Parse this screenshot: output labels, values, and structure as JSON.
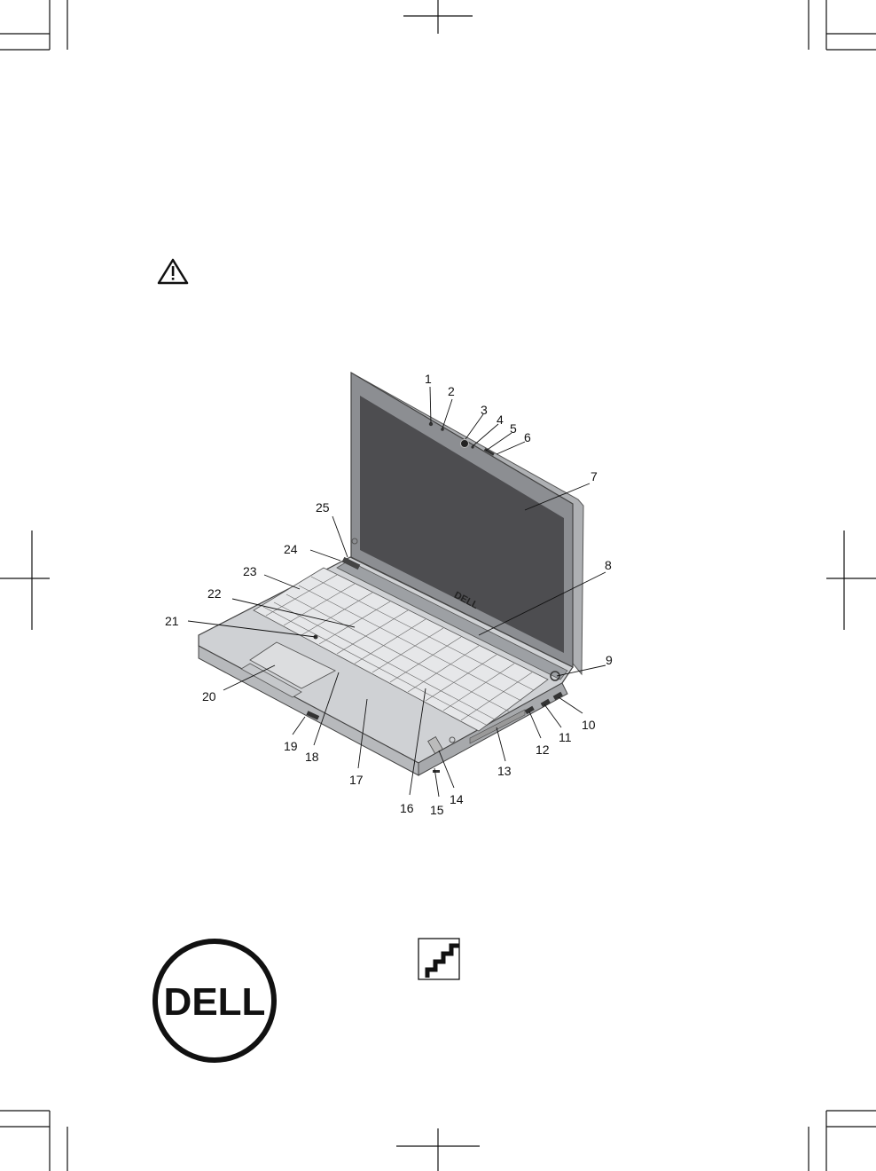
{
  "callouts": [
    {
      "id": "1",
      "label": "1"
    },
    {
      "id": "2",
      "label": "2"
    },
    {
      "id": "3",
      "label": "3"
    },
    {
      "id": "4",
      "label": "4"
    },
    {
      "id": "5",
      "label": "5"
    },
    {
      "id": "6",
      "label": "6"
    },
    {
      "id": "7",
      "label": "7"
    },
    {
      "id": "8",
      "label": "8"
    },
    {
      "id": "9",
      "label": "9"
    },
    {
      "id": "10",
      "label": "10"
    },
    {
      "id": "11",
      "label": "11"
    },
    {
      "id": "12",
      "label": "12"
    },
    {
      "id": "13",
      "label": "13"
    },
    {
      "id": "14",
      "label": "14"
    },
    {
      "id": "15",
      "label": "15"
    },
    {
      "id": "16",
      "label": "16"
    },
    {
      "id": "17",
      "label": "17"
    },
    {
      "id": "18",
      "label": "18"
    },
    {
      "id": "19",
      "label": "19"
    },
    {
      "id": "20",
      "label": "20"
    },
    {
      "id": "21",
      "label": "21"
    },
    {
      "id": "22",
      "label": "22"
    },
    {
      "id": "23",
      "label": "23"
    },
    {
      "id": "24",
      "label": "24"
    },
    {
      "id": "25",
      "label": "25"
    }
  ],
  "icons": {
    "warning": "warning-triangle-icon",
    "brand_logo": "dell-logo",
    "steps": "stairs-icon"
  },
  "logo": {
    "text": "DELL"
  },
  "bezel_logo": {
    "text": "DELL"
  },
  "colors": {
    "screen": "#4d4d50",
    "bezel": "#8c8e92",
    "chassis": "#cfd1d4",
    "ink": "#111111"
  }
}
